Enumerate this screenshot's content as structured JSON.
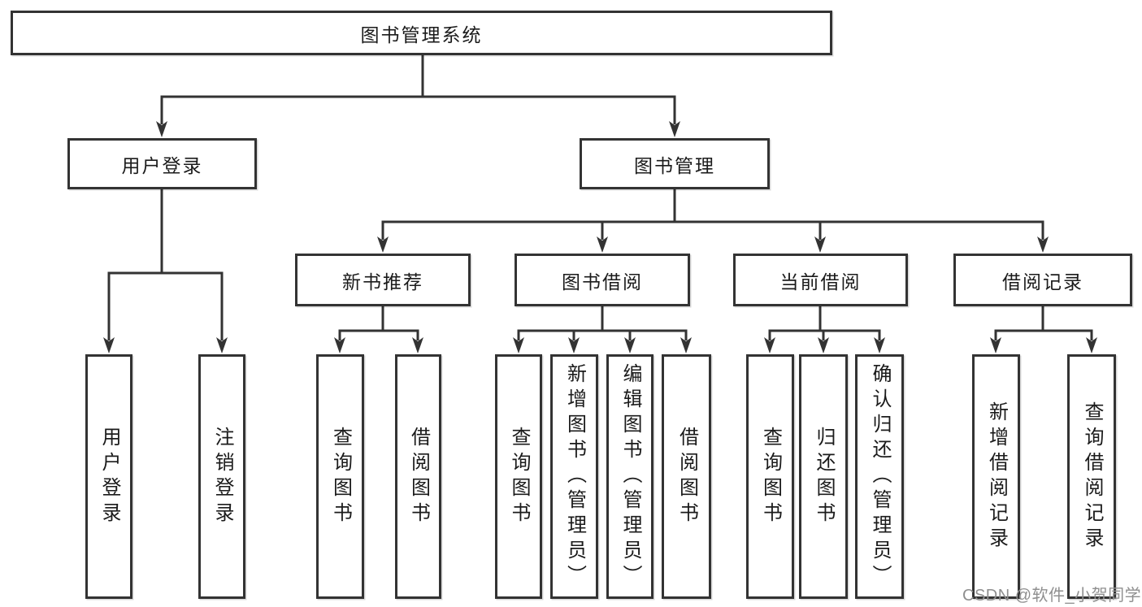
{
  "diagram": {
    "title": "图书管理系统",
    "level2": [
      {
        "label": "用户登录"
      },
      {
        "label": "图书管理"
      }
    ],
    "level3": [
      {
        "label": "新书推荐"
      },
      {
        "label": "图书借阅"
      },
      {
        "label": "当前借阅"
      },
      {
        "label": "借阅记录"
      }
    ],
    "leaves": {
      "user_login": [
        {
          "label": "用户登录"
        },
        {
          "label": "注销登录"
        }
      ],
      "new_book": [
        {
          "label": "查询图书"
        },
        {
          "label": "借阅图书"
        }
      ],
      "book_borrow": [
        {
          "label": "查询图书"
        },
        {
          "label": "新增图书（管理员）"
        },
        {
          "label": "编辑图书（管理员）"
        },
        {
          "label": "借阅图书"
        }
      ],
      "current_borrow": [
        {
          "label": "查询图书"
        },
        {
          "label": "归还图书"
        },
        {
          "label": "确认归还（管理员）"
        }
      ],
      "borrow_record": [
        {
          "label": "新增借阅记录"
        },
        {
          "label": "查询借阅记录"
        }
      ]
    }
  },
  "watermark": {
    "text": "CSDN @软件_小贺同学"
  },
  "colors": {
    "line": "#333333",
    "box_border": "#333333",
    "box_fill": "#ffffff",
    "text": "#1b1b1b",
    "watermark": "#8f8f8f",
    "background": "#ffffff"
  }
}
